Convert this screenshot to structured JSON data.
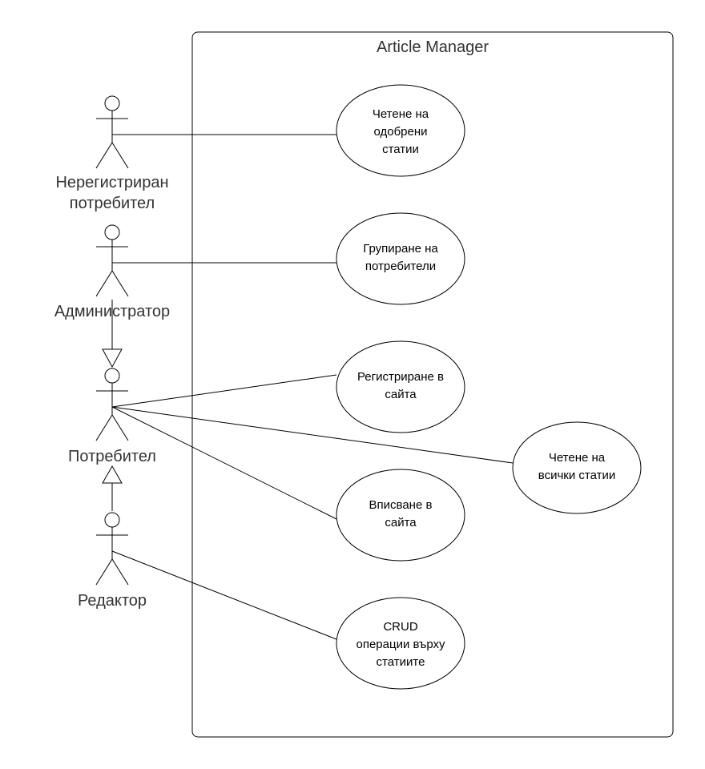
{
  "system": {
    "title": "Article Manager"
  },
  "actors": {
    "unregistered": {
      "label_line1": "Нерегистриран",
      "label_line2": "потребител"
    },
    "admin": {
      "label": "Администратор"
    },
    "user": {
      "label": "Потребител"
    },
    "editor": {
      "label": "Редактор"
    }
  },
  "use_cases": {
    "read_approved": {
      "line1": "Четене на",
      "line2": "одобрени",
      "line3": "статии"
    },
    "group_users": {
      "line1": "Групиране на",
      "line2": "потребители"
    },
    "register": {
      "line1": "Регистриране в",
      "line2": "сайта"
    },
    "read_all": {
      "line1": "Четене на",
      "line2": "всички статии"
    },
    "login": {
      "line1": "Вписване в",
      "line2": "сайта"
    },
    "crud": {
      "line1": "CRUD",
      "line2": "операции върху",
      "line3": "статиите"
    }
  },
  "colors": {
    "stroke": "#000000",
    "label_text": "#333333",
    "background": "#ffffff"
  }
}
